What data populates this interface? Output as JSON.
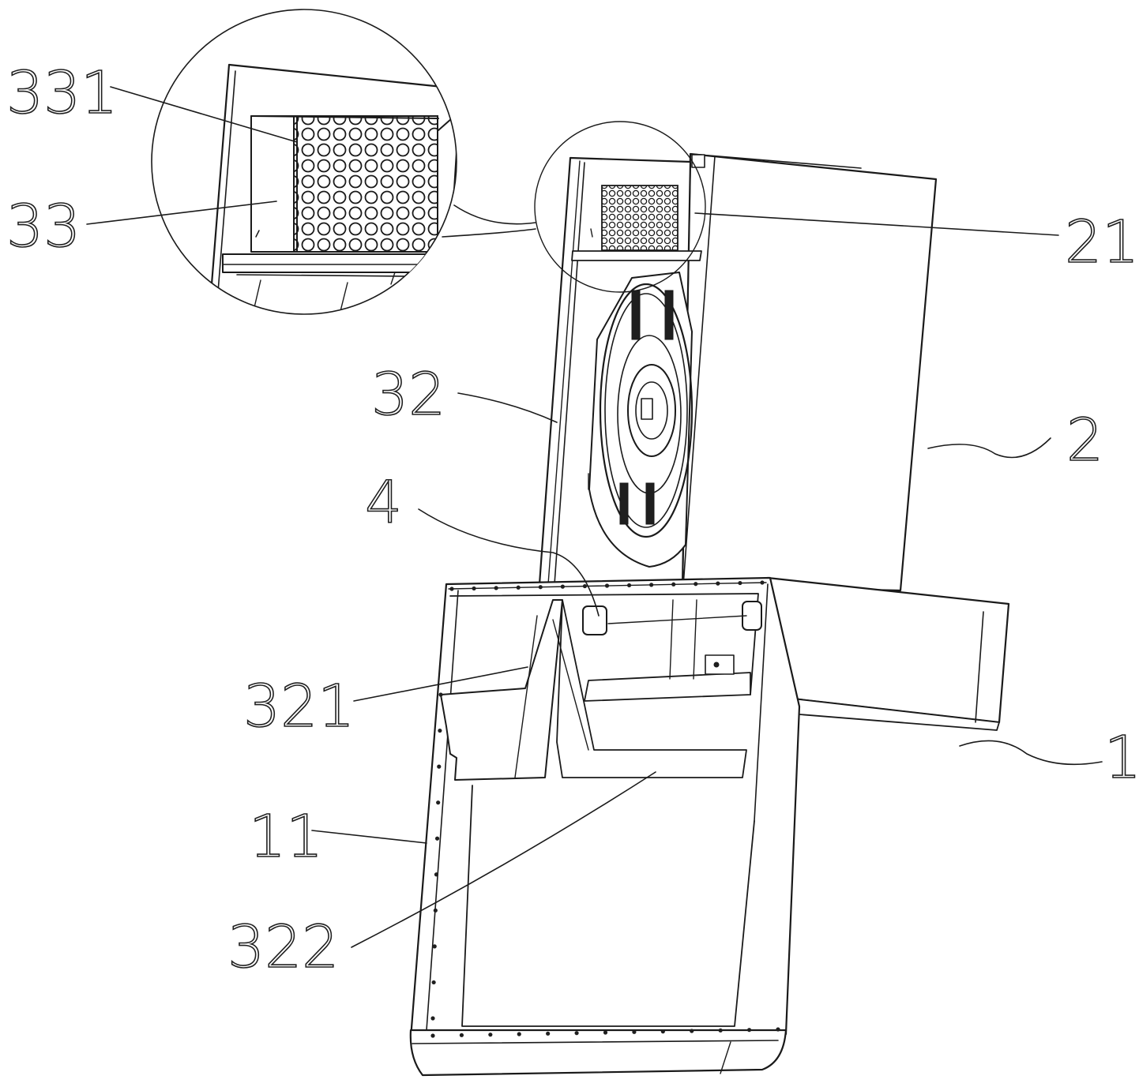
{
  "labels": {
    "l331": "331",
    "l33": "33",
    "l21": "21",
    "l32": "32",
    "l2": "2",
    "l4": "4",
    "l321": "321",
    "l1": "1",
    "l11": "11",
    "l322": "322"
  }
}
